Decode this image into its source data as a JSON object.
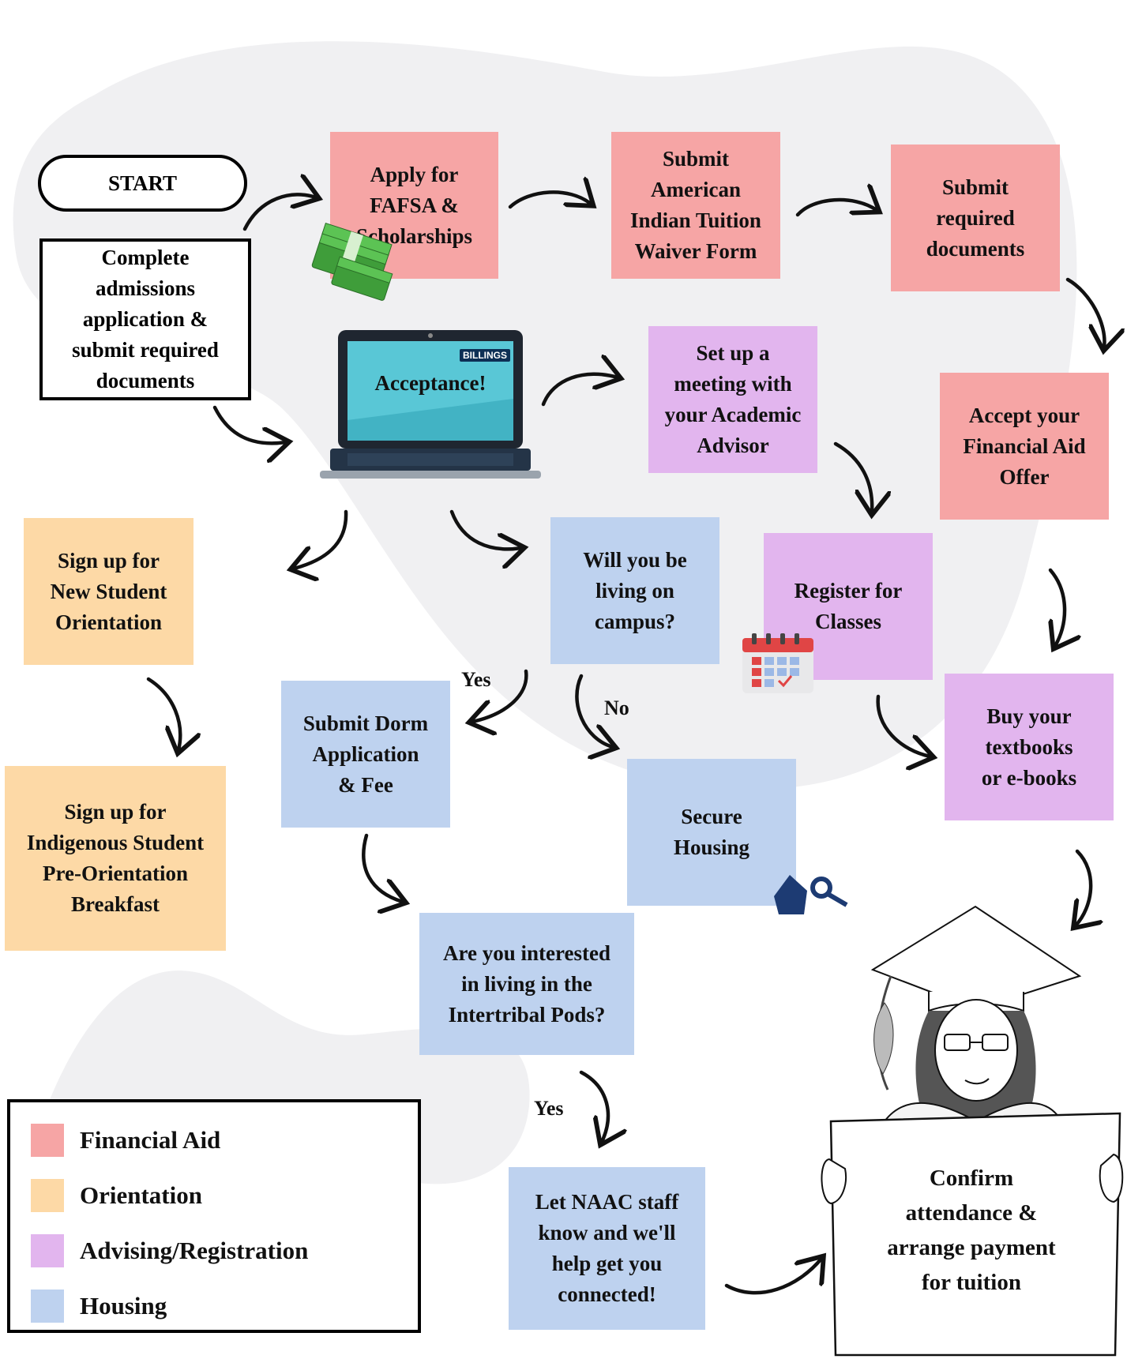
{
  "start": "START",
  "admissions": "Complete\nadmissions\napplication &\nsubmit required\ndocuments",
  "acceptance": "Acceptance!",
  "laptop_brand": "BILLINGS",
  "steps": {
    "fafsa": "Apply for\nFAFSA &\nScholarships",
    "waiver": "Submit\nAmerican\nIndian Tuition\nWaiver Form",
    "required_docs": "Submit\nrequired\ndocuments",
    "accept_aid": "Accept your\nFinancial Aid\nOffer",
    "advisor": "Set up a\nmeeting with\nyour Academic\nAdvisor",
    "register": "Register for\nClasses",
    "textbooks": "Buy your\ntextbooks\nor e-books",
    "orientation": "Sign up for\nNew Student\nOrientation",
    "breakfast": "Sign up for\nIndigenous Student\nPre-Orientation\nBreakfast",
    "living_on_campus": "Will you be\nliving on\ncampus?",
    "dorm": "Submit Dorm\nApplication\n& Fee",
    "secure_housing": "Secure\nHousing",
    "pods": "Are you interested\nin living in the\nIntertribal Pods?",
    "naac": "Let NAAC staff\nknow and we'll\nhelp get you\nconnected!",
    "confirm": "Confirm\nattendance &\narrange payment\nfor tuition"
  },
  "labels": {
    "yes1": "Yes",
    "no": "No",
    "yes2": "Yes"
  },
  "legend": [
    {
      "label": "Financial Aid",
      "color": "#f6a5a5"
    },
    {
      "label": "Orientation",
      "color": "#fdd9a6"
    },
    {
      "label": "Advising/Registration",
      "color": "#e2b5ee"
    },
    {
      "label": "Housing",
      "color": "#bed2ef"
    }
  ]
}
